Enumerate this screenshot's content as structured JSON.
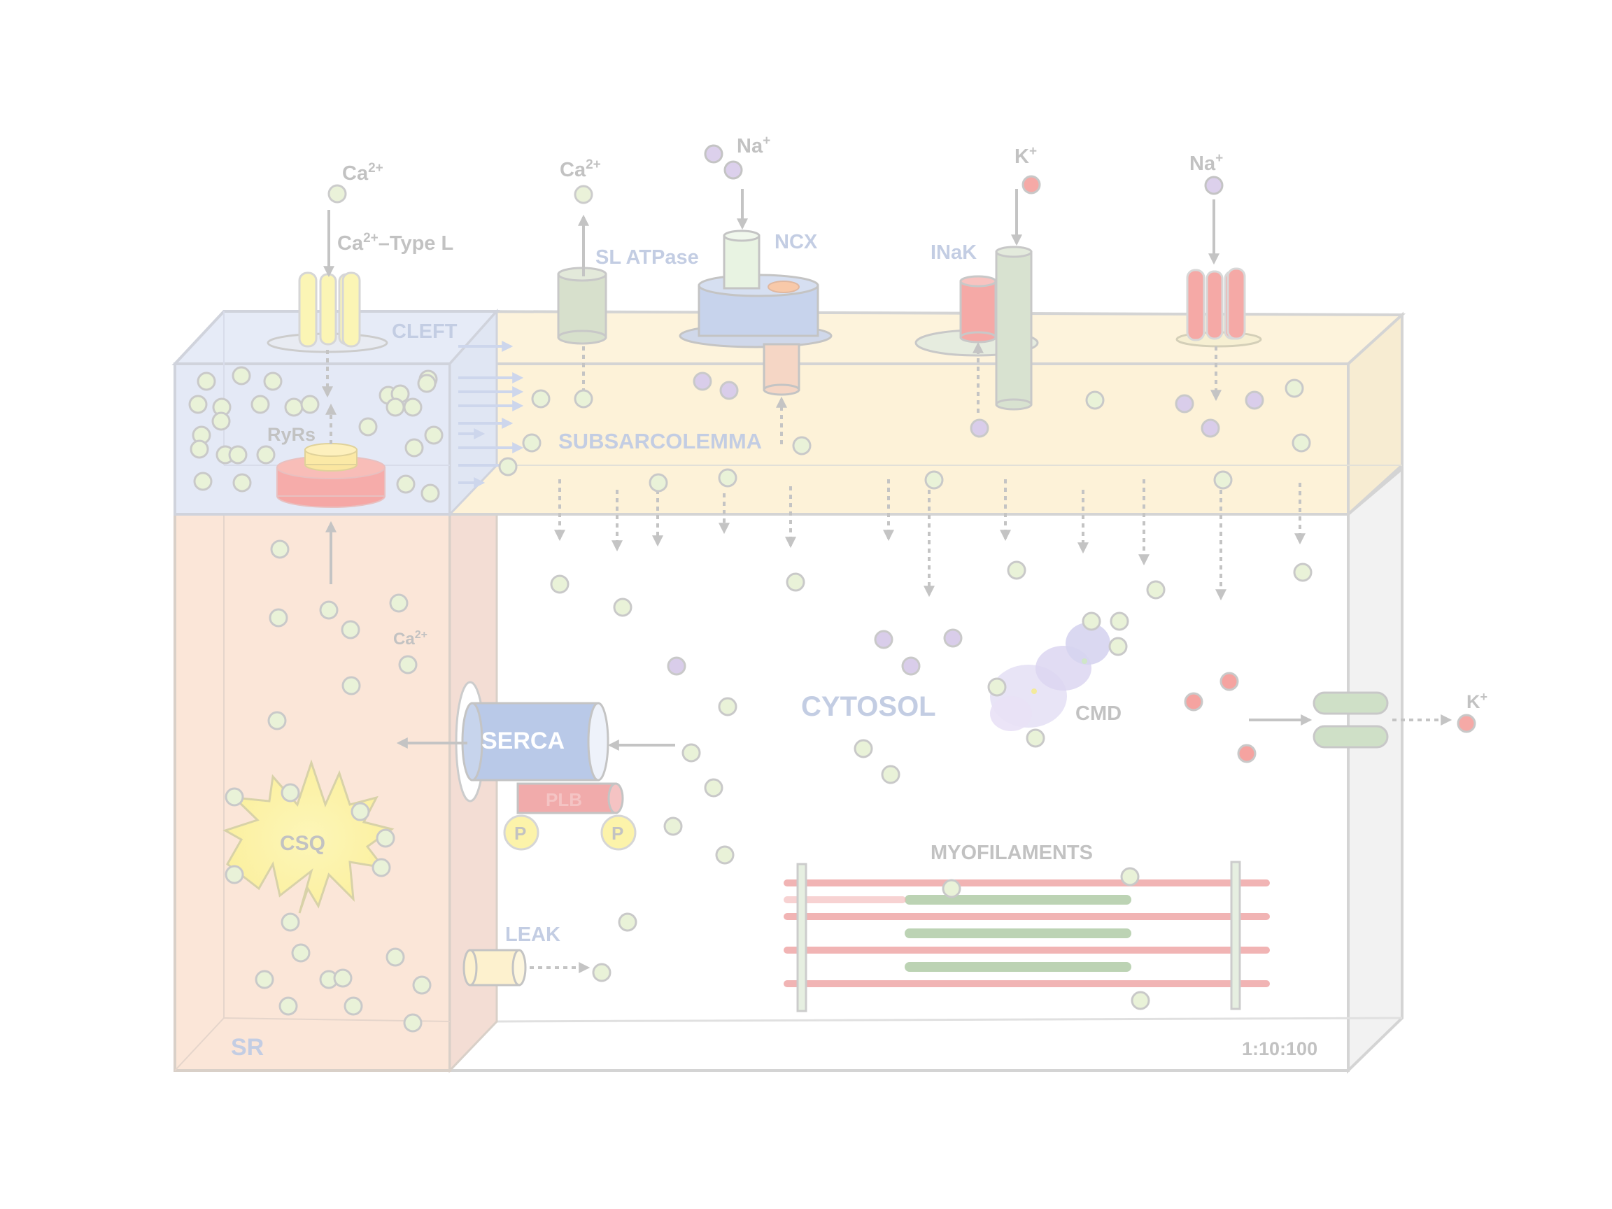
{
  "diagram": {
    "labels": {
      "cleft": "CLEFT",
      "subsarcolemma": "SUBSARCOLEMMA",
      "cytosol": "CYTOSOL",
      "sr": "SR",
      "ryrs": "RyRs",
      "csq": "CSQ",
      "serca": "SERCA",
      "plb": "PLB",
      "p": "P",
      "leak": "LEAK",
      "myofilaments": "MYOFILAMENTS",
      "cmd": "CMD",
      "scale": "1:10:100"
    },
    "channels": {
      "ltype_ion": "Ca",
      "ltype_ion_sup": "2+",
      "ltype_name_pre": "Ca",
      "ltype_name_sup": "2+",
      "ltype_name_post": "–Type L",
      "slatpase_ion": "Ca",
      "slatpase_ion_sup": "2+",
      "slatpase_name": "SL ATPase",
      "ncx_ion": "Na",
      "ncx_ion_sup": "+",
      "ncx_name": "NCX",
      "inak_name": "INaK",
      "inak_ion": "K",
      "inak_ion_sup": "+",
      "na_channel_ion": "Na",
      "na_channel_ion_sup": "+",
      "sr_ion": "Ca",
      "sr_ion_sup": "2+",
      "k_out_ion": "K",
      "k_out_ion_sup": "+"
    },
    "colors": {
      "calcium": "#e9f2d8",
      "sodium": "#d9cdea",
      "potassium": "#f5a3a0",
      "sr_region": "#fbe3d3",
      "subsarcolemma_region": "#fdf2d6",
      "cleft_region": "#e4e9f6",
      "serca": "#b9c9e8",
      "plb": "#f0a8a8",
      "csq": "#fbf3a8"
    }
  }
}
